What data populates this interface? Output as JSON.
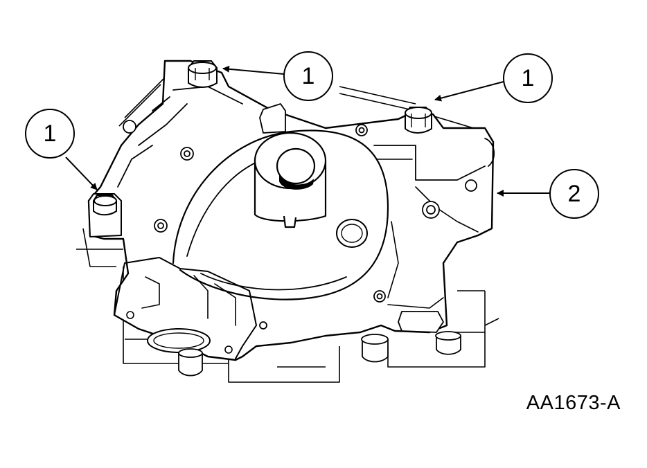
{
  "callouts": [
    {
      "label": "1"
    },
    {
      "label": "1"
    },
    {
      "label": "1"
    },
    {
      "label": "2"
    }
  ],
  "figure_id": "AA1673-A",
  "colors": {
    "line": "#000000",
    "background": "#ffffff"
  }
}
